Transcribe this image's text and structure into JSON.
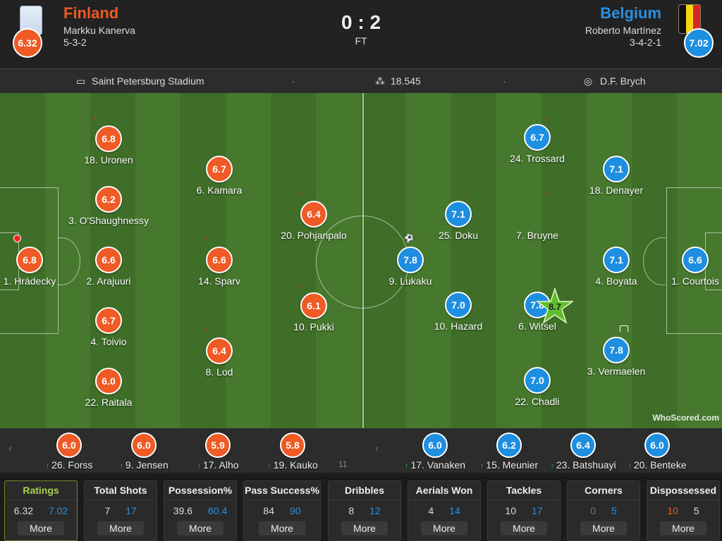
{
  "header": {
    "home": {
      "name": "Finland",
      "manager": "Markku Kanerva",
      "formation": "5-3-2",
      "rating": "6.32",
      "color": "#ef5a25"
    },
    "away": {
      "name": "Belgium",
      "manager": "Roberto Martínez",
      "formation": "3-4-2-1",
      "rating": "7.02",
      "color": "#1e8ee0"
    },
    "score": "0 : 2",
    "status": "FT"
  },
  "info": {
    "stadium": "Saint Petersburg Stadium",
    "attendance": "18.545",
    "referee": "D.F. Brych"
  },
  "home_players": [
    {
      "rating": "6.8",
      "name": "18. Uronen"
    },
    {
      "rating": "6.2",
      "name": "3. O'Shaughnessy"
    },
    {
      "rating": "6.8",
      "name": "1. Hrádecky"
    },
    {
      "rating": "6.6",
      "name": "2. Arajuuri"
    },
    {
      "rating": "6.7",
      "name": "4. Toivio"
    },
    {
      "rating": "6.0",
      "name": "22. Raitala"
    },
    {
      "rating": "6.7",
      "name": "6. Kamara"
    },
    {
      "rating": "6.6",
      "name": "14. Sparv"
    },
    {
      "rating": "6.4",
      "name": "8. Lod"
    },
    {
      "rating": "6.4",
      "name": "20. Pohjanpalo"
    },
    {
      "rating": "6.1",
      "name": "10. Pukki"
    }
  ],
  "away_players": [
    {
      "rating": "6.7",
      "name": "24. Trossard"
    },
    {
      "rating": "7.1",
      "name": "18. Denayer"
    },
    {
      "rating": "7.1",
      "name": "25. Doku"
    },
    {
      "rating": "8.7",
      "name": "7. Bruyne"
    },
    {
      "rating": "7.8",
      "name": "9. Lukaku"
    },
    {
      "rating": "7.1",
      "name": "4. Boyata"
    },
    {
      "rating": "6.6",
      "name": "1. Courtois"
    },
    {
      "rating": "7.0",
      "name": "10. Hazard"
    },
    {
      "rating": "7.8",
      "name": "6. Witsel"
    },
    {
      "rating": "7.8",
      "name": "3. Vermaelen"
    },
    {
      "rating": "7.0",
      "name": "22. Chadli"
    }
  ],
  "watermark": "WhoScored.com",
  "bench": {
    "home": [
      {
        "rating": "6.0",
        "name": "26. Forss"
      },
      {
        "rating": "6.0",
        "name": "9. Jensen"
      },
      {
        "rating": "5.9",
        "name": "17. Alho"
      },
      {
        "rating": "5.8",
        "name": "19. Kauko"
      }
    ],
    "home_more": "11",
    "away": [
      {
        "rating": "6.0",
        "name": "17. Vanaken"
      },
      {
        "rating": "6.2",
        "name": "15. Meunier"
      },
      {
        "rating": "6.4",
        "name": "23. Batshuayi"
      },
      {
        "rating": "6.0",
        "name": "20. Benteke"
      }
    ]
  },
  "stats": [
    {
      "label": "Ratings",
      "home": "6.32",
      "away": "7.02",
      "more": "More"
    },
    {
      "label": "Total Shots",
      "home": "7",
      "away": "17",
      "more": "More"
    },
    {
      "label": "Possession%",
      "home": "39.6",
      "away": "60.4",
      "more": "More"
    },
    {
      "label": "Pass Success%",
      "home": "84",
      "away": "90",
      "more": "More"
    },
    {
      "label": "Dribbles",
      "home": "8",
      "away": "12",
      "more": "More"
    },
    {
      "label": "Aerials Won",
      "home": "4",
      "away": "14",
      "more": "More"
    },
    {
      "label": "Tackles",
      "home": "10",
      "away": "17",
      "more": "More"
    },
    {
      "label": "Corners",
      "home": "0",
      "away": "5",
      "more": "More"
    },
    {
      "label": "Dispossessed",
      "home": "10",
      "away": "5",
      "more": "More"
    }
  ]
}
